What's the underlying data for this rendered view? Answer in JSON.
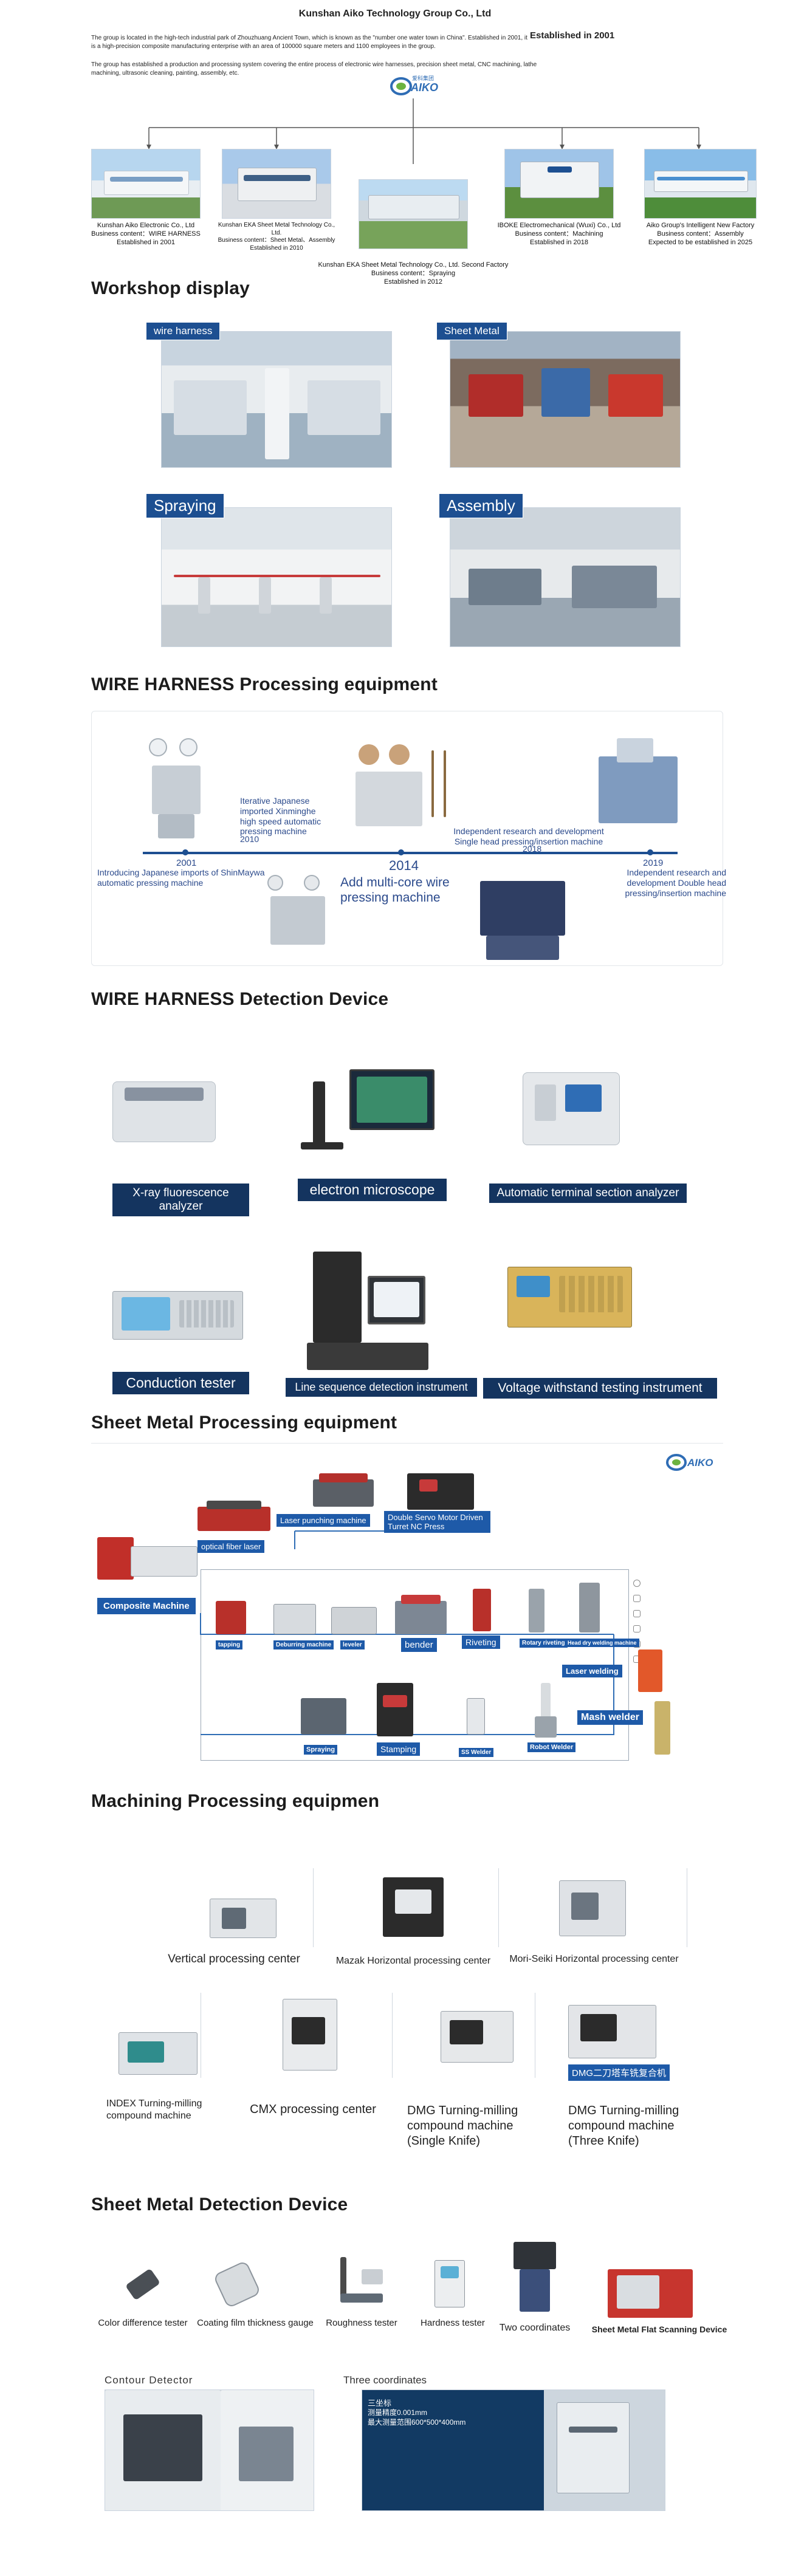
{
  "header": {
    "title": "Kunshan Aiko Technology Group Co., Ltd",
    "established": "Established in 2001",
    "intro1": "The group is located in the high-tech industrial park of Zhouzhuang Ancient Town, which is known as the \"number one water town in China\". Established in 2001, it is a high-precision composite manufacturing enterprise with an area of 100000 square meters and 1100 employees in the group.",
    "intro2": "The group has established a production and processing system covering the entire process of electronic wire harnesses, precision sheet metal, CNC machining, lathe machining, ultrasonic cleaning, painting, assembly, etc.",
    "logo_text": "AIKO",
    "logo_cn": "爱科集团"
  },
  "companies": [
    {
      "name": "Kunshan Aiko Electronic Co., Ltd",
      "content": "Business content：WIRE HARNESS",
      "est": "Established in 2001"
    },
    {
      "name": "Kunshan EKA Sheet Metal Technology Co., Ltd.",
      "content": "Business content：Sheet Metal、Assembly",
      "est": "Established in 2010"
    },
    {
      "name": "Kunshan EKA Sheet Metal Technology Co., Ltd. Second Factory",
      "content": "Business content：Spraying",
      "est": "Established in 2012"
    },
    {
      "name": "IBOKE Electromechanical (Wuxi) Co., Ltd",
      "content": "Business content：Machining",
      "est": "Established in 2018"
    },
    {
      "name": "Aiko Group's Intelligent New Factory",
      "content": "Business content：Assembly",
      "est": "Expected to be established in 2025"
    }
  ],
  "workshop": {
    "title": "Workshop display",
    "labels": [
      "wire harness",
      "Sheet Metal",
      "Spraying",
      "Assembly"
    ]
  },
  "wire_equipment": {
    "title": "WIRE HARNESS Processing equipment",
    "events": [
      {
        "year": "2001",
        "text": "Introducing Japanese imports of ShinMaywa automatic pressing machine"
      },
      {
        "year": "2010",
        "text": "Iterative Japanese imported Xinminghe high speed automatic pressing machine"
      },
      {
        "year": "2014",
        "text": "Add multi-core wire pressing machine"
      },
      {
        "year": "2018",
        "text": "Independent research and development Single head pressing/insertion machine"
      },
      {
        "year": "2019",
        "text": "Independent research and development Double head pressing/insertion machine"
      }
    ]
  },
  "wire_detection": {
    "title": "WIRE HARNESS Detection Device",
    "items": [
      "X-ray fluorescence analyzer",
      "electron microscope",
      "Automatic terminal section analyzer",
      "Conduction tester",
      "Line sequence detection instrument",
      "Voltage withstand testing instrument"
    ]
  },
  "sheet_equipment": {
    "title": "Sheet Metal Processing equipment",
    "labels": {
      "laser_punch": "Laser punching machine",
      "servo": "Double Servo Motor Driven Turret NC Press",
      "fiber": "optical fiber laser",
      "composite": "Composite Machine",
      "tapping": "tapping",
      "deburr": "Deburring machine",
      "leveler": "leveler",
      "bender": "bender",
      "riveting": "Riveting",
      "rotary": "Rotary riveting",
      "head_dry": "Head dry welding machine",
      "laser_weld": "Laser welding",
      "mash": "Mash welder",
      "spraying": "Spraying",
      "stamping": "Stamping",
      "ss_welder": "SS Welder",
      "robot": "Robot Welder"
    }
  },
  "machining": {
    "title": "Machining Processing equipmen",
    "items": [
      "Vertical processing center",
      "Mazak Horizontal processing center",
      "Mori-Seiki Horizontal processing center",
      "INDEX Turning-milling compound machine",
      "CMX processing center",
      "DMG Turning-milling compound machine (Single Knife)",
      "DMG Turning-milling compound machine (Three Knife)"
    ],
    "dmg_tag": "DMG二刀塔车铣复合机"
  },
  "sheet_detection": {
    "title": "Sheet Metal Detection Device",
    "items": [
      "Color difference tester",
      "Coating film thickness gauge",
      "Roughness tester",
      "Hardness tester",
      "Two coordinates",
      "Sheet Metal Flat Scanning Device"
    ],
    "contour": "Contour Detector",
    "three": "Three coordinates",
    "screen_lines": [
      "三坐标",
      "测量精度0.001mm",
      "最大测量范围600*500*400mm"
    ]
  },
  "colors": {
    "navy": "#14345f",
    "blue": "#1e5aa8",
    "logo_green": "#6cb33f"
  }
}
